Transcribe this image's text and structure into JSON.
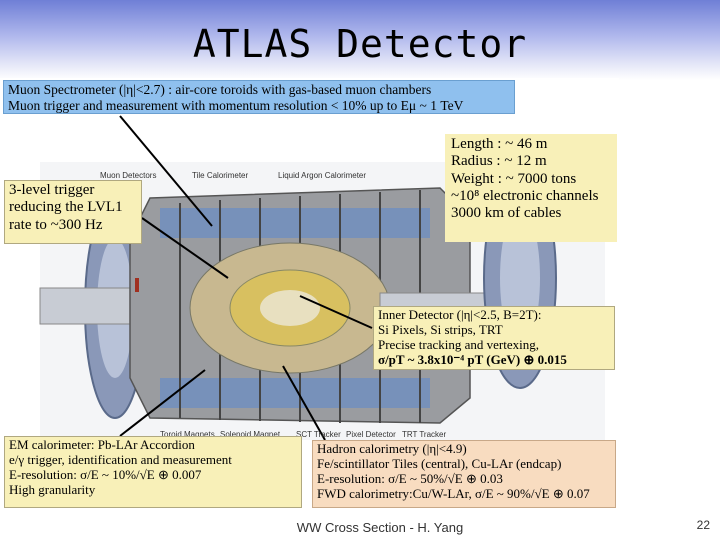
{
  "slide": {
    "title": "ATLAS Detector",
    "footer_center": "WW Cross Section - H. Yang",
    "footer_page": "22"
  },
  "muon_box": {
    "line1": "Muon Spectrometer (|η|<2.7) : air-core toroids with gas-based muon chambers",
    "line2": "Muon trigger and measurement with momentum resolution < 10% up to Eμ ~ 1 TeV"
  },
  "dimensions_box": {
    "lines": [
      "Length : ~ 46 m",
      "Radius : ~ 12 m",
      "Weight : ~ 7000 tons",
      "~10⁸ electronic channels",
      "3000 km of cables"
    ]
  },
  "trigger_box": {
    "lines": [
      "3-level trigger",
      "reducing the LVL1",
      "rate to ~300 Hz"
    ]
  },
  "inner_box": {
    "lines": [
      "Inner Detector (|η|<2.5, B=2T):",
      "Si Pixels, Si strips, TRT",
      "Precise tracking and vertexing,",
      "σ/pT ~ 3.8x10⁻⁴ pT (GeV) ⊕ 0.015"
    ]
  },
  "em_box": {
    "lines": [
      "EM calorimeter: Pb-LAr Accordion",
      "e/γ trigger, identification and measurement",
      "E-resolution: σ/E ~ 10%/√E ⊕ 0.007",
      "High granularity"
    ]
  },
  "hadron_box": {
    "lines": [
      "Hadron calorimetry (|η|<4.9)",
      "Fe/scintillator Tiles (central), Cu-LAr (endcap)",
      "E-resolution: σ/E ~ 50%/√E ⊕ 0.03",
      "FWD calorimetry:Cu/W-LAr, σ/E ~ 90%/√E ⊕ 0.07"
    ]
  },
  "diagram_labels": {
    "top": [
      "Muon Detectors",
      "Tile Calorimeter",
      "Liquid Argon Calorimeter"
    ],
    "bottom": [
      "Toroid Magnets",
      "Solenoid Magnet",
      "SCT Tracker",
      "Pixel Detector",
      "TRT Tracker"
    ]
  },
  "colors": {
    "header_gradient": "#6f7fd6",
    "muon_box": "#8fc0ee",
    "info_box": "#f8f0b8",
    "hadron_box": "#f8dcc0",
    "detector_grey": "#9a9ca0",
    "detector_blue": "#6e8fc0"
  }
}
